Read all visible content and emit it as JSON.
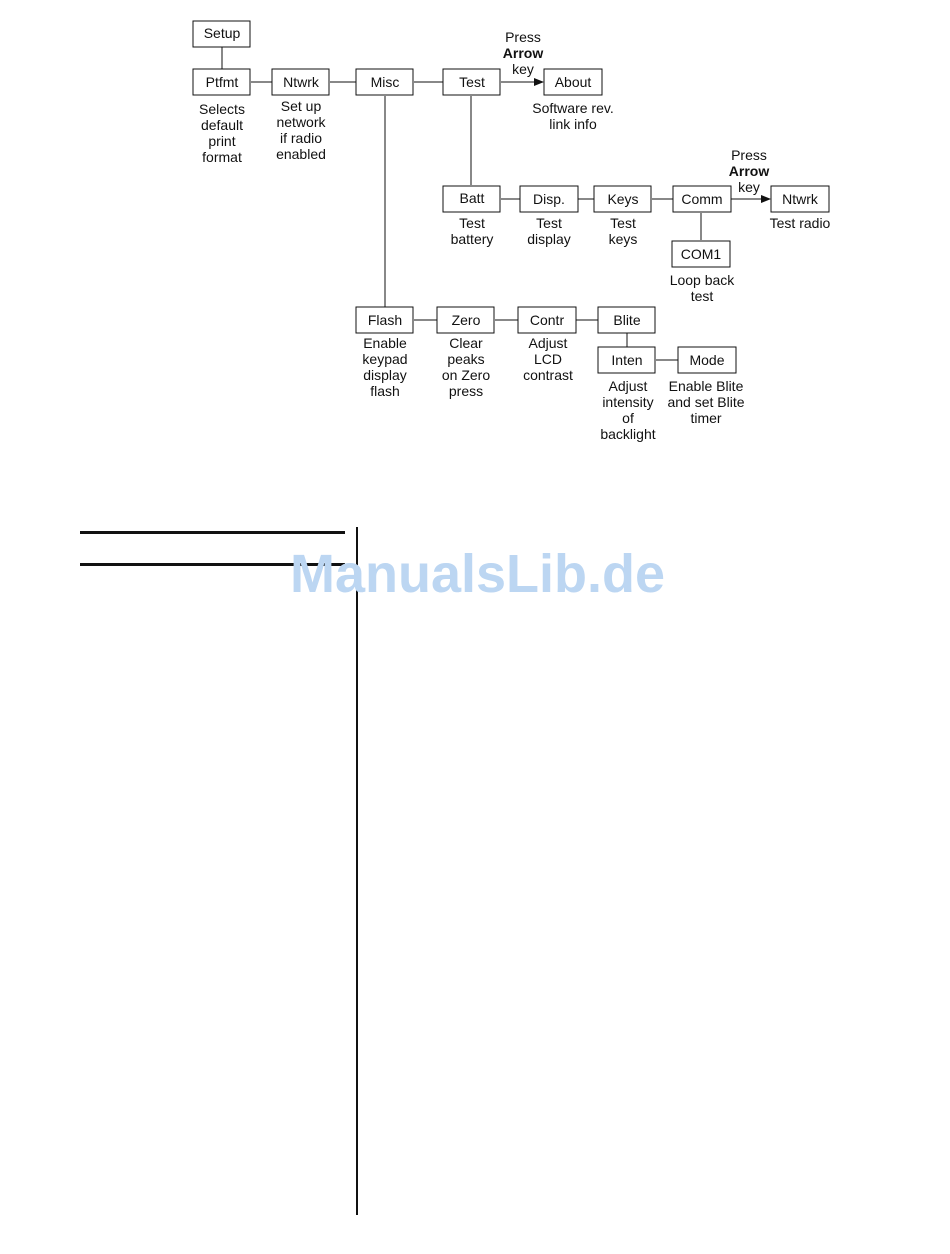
{
  "diagram": {
    "nodes": {
      "setup": "Setup",
      "ptfmt": "Ptfmt",
      "ntwrk": "Ntwrk",
      "misc": "Misc",
      "test": "Test",
      "about": "About",
      "batt": "Batt",
      "disp": "Disp.",
      "keys": "Keys",
      "comm": "Comm",
      "ntwrk2": "Ntwrk",
      "com1": "COM1",
      "flash": "Flash",
      "zero": "Zero",
      "contr": "Contr",
      "blite": "Blite",
      "inten": "Inten",
      "mode": "Mode"
    },
    "captions": {
      "ptfmt": [
        "Selects",
        "default",
        "print",
        "format"
      ],
      "ntwrk": [
        "Set up",
        "network",
        "if radio",
        "enabled"
      ],
      "about": [
        "Software rev.",
        "link info"
      ],
      "batt": [
        "Test",
        "battery"
      ],
      "disp": [
        "Test",
        "display"
      ],
      "keys": [
        "Test",
        "keys"
      ],
      "ntwrk2": [
        "Test radio"
      ],
      "com1": [
        "Loop back",
        "test"
      ],
      "flash": [
        "Enable",
        "keypad",
        "display",
        "flash"
      ],
      "zero": [
        "Clear",
        "peaks",
        "on Zero",
        "press"
      ],
      "contr": [
        "Adjust",
        "LCD",
        "contrast"
      ],
      "inten": [
        "Adjust",
        "intensity",
        "of",
        "backlight"
      ],
      "mode": [
        "Enable Blite",
        "and set Blite",
        "timer"
      ]
    },
    "arrow_note": {
      "line1": "Press",
      "line2": "Arrow",
      "line3": "key"
    }
  },
  "watermark": "ManualsLib.de"
}
